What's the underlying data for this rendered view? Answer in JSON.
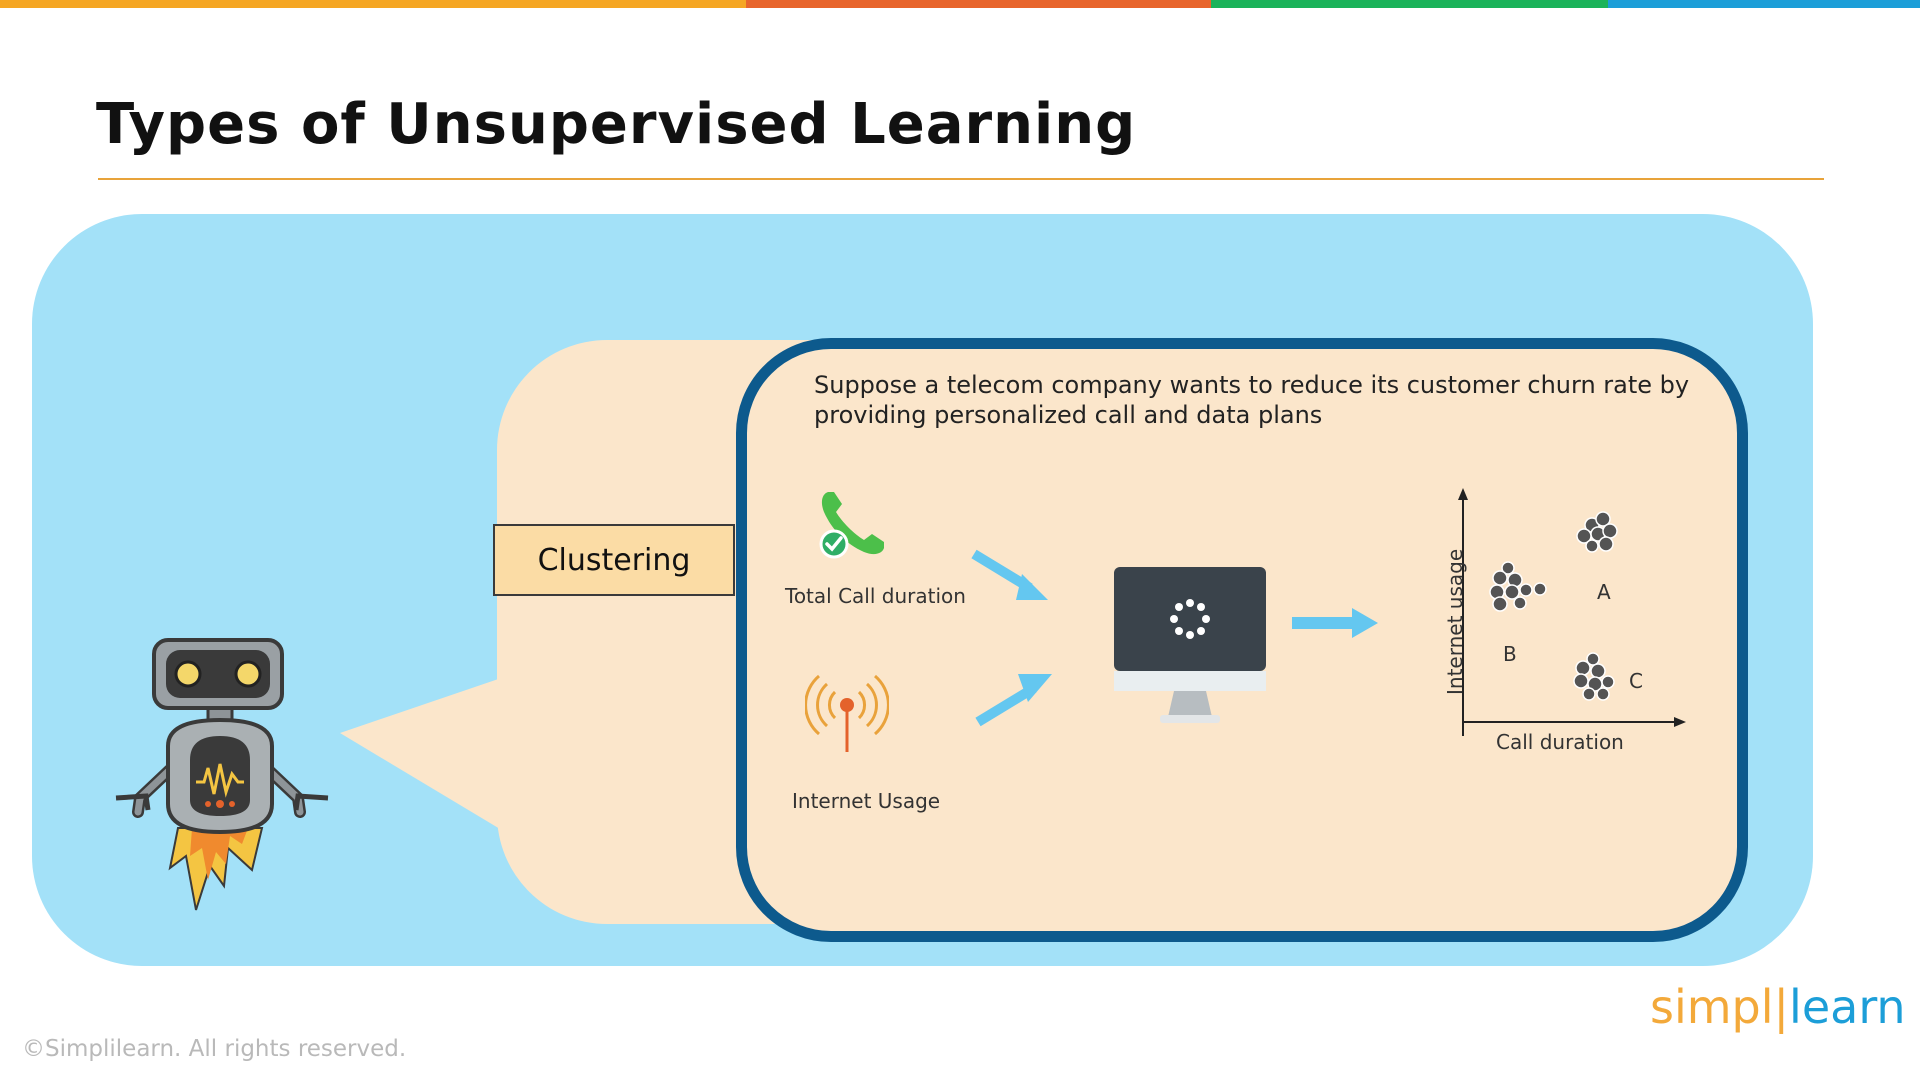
{
  "header": {
    "title": "Types of Unsupervised Learning",
    "bar_colors": [
      "#f5a623",
      "#e8652c",
      "#1bb35a",
      "#1c9ed8"
    ]
  },
  "tag": {
    "label": "Clustering"
  },
  "card": {
    "description": "Suppose a telecom company wants to reduce its customer churn rate by providing personalized call and data plans"
  },
  "inputs": {
    "call_label": "Total Call duration",
    "internet_label": "Internet Usage"
  },
  "plot": {
    "y_label": "Internet usage",
    "x_label": "Call duration",
    "cluster_a": "A",
    "cluster_b": "B",
    "cluster_c": "C"
  },
  "footer": {
    "copyright": "©Simplilearn. All rights reserved.",
    "logo_left": "simpl",
    "logo_right": "learn"
  },
  "colors": {
    "panel": "#a3e1f8",
    "card": "#fbe6cb",
    "card_border": "#0d5a8d",
    "arrow": "#64c7f0",
    "tag": "#fbdca5"
  }
}
